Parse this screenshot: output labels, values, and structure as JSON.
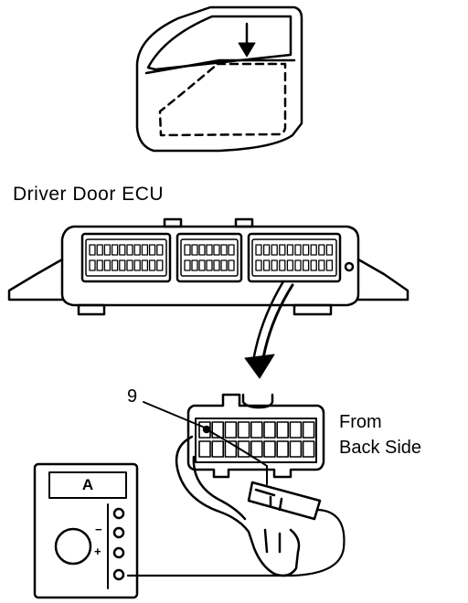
{
  "labels": {
    "title": "Driver Door ECU",
    "pin": "9",
    "view_line1": "From",
    "view_line2": "Back Side",
    "meter_mode": "A",
    "meter_minus": "−",
    "meter_plus": "+"
  },
  "colors": {
    "ink": "#000000",
    "paper": "#ffffff"
  }
}
